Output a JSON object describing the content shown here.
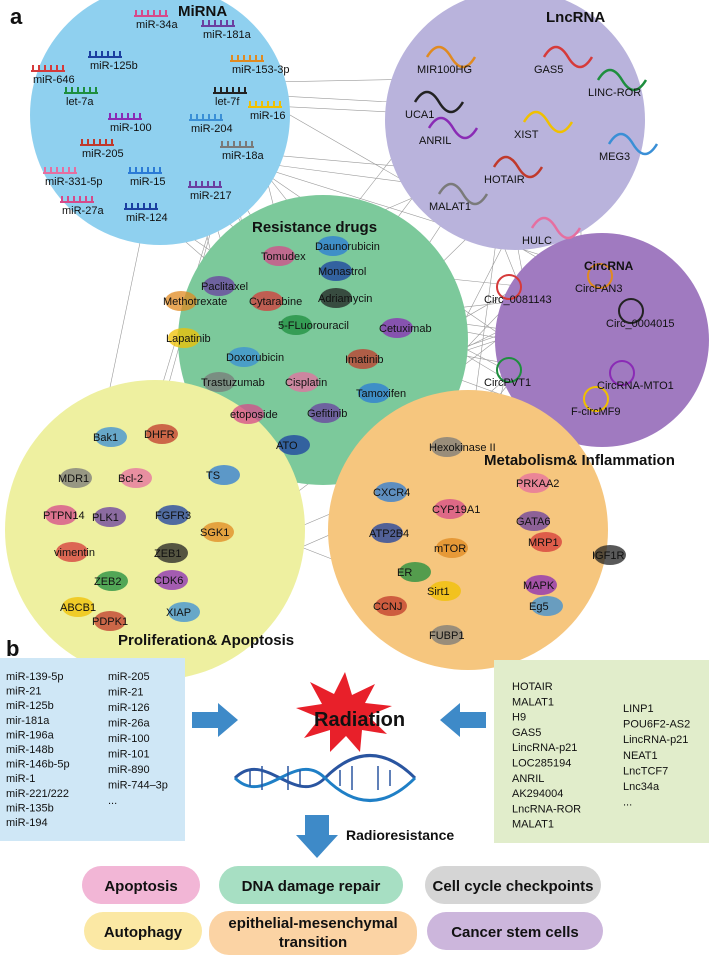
{
  "panel_a_label": "a",
  "panel_b_label": "b",
  "mirna": {
    "title": "MiRNA",
    "labels": [
      "miR-34a",
      "miR-181a",
      "miR-125b",
      "miR-153-3p",
      "miR-646",
      "let-7f",
      "let-7a",
      "miR-100",
      "miR-16",
      "miR-204",
      "miR-205",
      "miR-18a",
      "miR-331-5p",
      "miR-15",
      "miR-27a",
      "miR-217",
      "miR-124"
    ]
  },
  "lncrna": {
    "title": "LncRNA",
    "labels": [
      "MIR100HG",
      "GAS5",
      "UCA1",
      "LINC-ROR",
      "ANRIL",
      "XIST",
      "MEG3",
      "HOTAIR",
      "MALAT1",
      "HULC"
    ]
  },
  "drugs": {
    "title": "Resistance drugs",
    "labels": [
      "Daunorubicin",
      "Tomudex",
      "Paclitaxel",
      "Monastrol",
      "Methotrexate",
      "Cytarabine",
      "Adriamycin",
      "5-FLuorouracil",
      "Cetuximab",
      "Lapatinib",
      "Doxorubicin",
      "Imatinib",
      "Trastuzumab",
      "Cisplatin",
      "Tamoxifen",
      "etoposide",
      "Gefitinib",
      "ATO"
    ]
  },
  "circrna": {
    "title": "CircRNA",
    "labels": [
      "CircPAN3",
      "Circ_0081143",
      "Circ_0004015",
      "CircPVT1",
      "CircRNA-MTO1",
      "F-circMF9"
    ]
  },
  "prolif": {
    "title": "Proliferation& Apoptosis",
    "labels": [
      "Bak1",
      "DHFR",
      "MDR1",
      "Bcl-2",
      "TS",
      "PTPN14",
      "PLK1",
      "FGFR3",
      "SGK1",
      "vimentin",
      "ZEB1",
      "ZEB2",
      "CDK6",
      "ABCB1",
      "XIAP",
      "PDPK1"
    ]
  },
  "metab": {
    "title": "Metabolism& Inflammation",
    "labels": [
      "Hexokinase II",
      "PRKAA2",
      "CXCR4",
      "CYP19A1",
      "GATA6",
      "ATP2B4",
      "mTOR",
      "MRP1",
      "IGF1R",
      "ER",
      "MAPK",
      "Sirt1",
      "Eg5",
      "CCNJ",
      "FUBP1"
    ]
  },
  "panel_b": {
    "mirna_col1": [
      "miR-139-5p",
      "miR-21",
      "miR-125b",
      "mir-181a",
      "miR-196a",
      "miR-148b",
      "miR-146b-5p",
      "miR-1",
      "miR-221/222",
      "miR-135b",
      "miR-194"
    ],
    "mirna_col2": [
      "miR-205",
      "miR-21",
      "miR-126",
      "miR-26a",
      "miR-100",
      "miR-101",
      "miR-890",
      "miR-744–3p",
      "..."
    ],
    "lnc_col1": [
      "HOTAIR",
      "MALAT1",
      "H9",
      "GAS5",
      "LincRNA-p21",
      "LOC285194",
      "ANRIL",
      "AK294004",
      "LncRNA-ROR",
      "MALAT1"
    ],
    "lnc_col2": [
      "LINP1",
      "POU6F2-AS2",
      "LincRNA-p21",
      "NEAT1",
      "LncTCF7",
      "Lnc34a",
      "..."
    ],
    "radiation": "Radiation",
    "radioresistance": "Radioresistance",
    "outcomes": [
      "Apoptosis",
      "DNA damage repair",
      "Cell cycle checkpoints",
      "Autophagy",
      "epithelial-mesenchymal transition",
      "Cancer stem cells"
    ]
  },
  "colors": {
    "mirna_bg": "#8fd0ef",
    "lncrna_bg": "#b9b3dc",
    "drugs_bg": "#7cc99b",
    "circrna_bg": "#a07ac0",
    "prolif_bg": "#eef0a0",
    "metab_bg": "#f6c67e",
    "list_blue": "#cfe7f6",
    "list_green": "#e1edcb",
    "arrow": "#3e8ac8"
  }
}
